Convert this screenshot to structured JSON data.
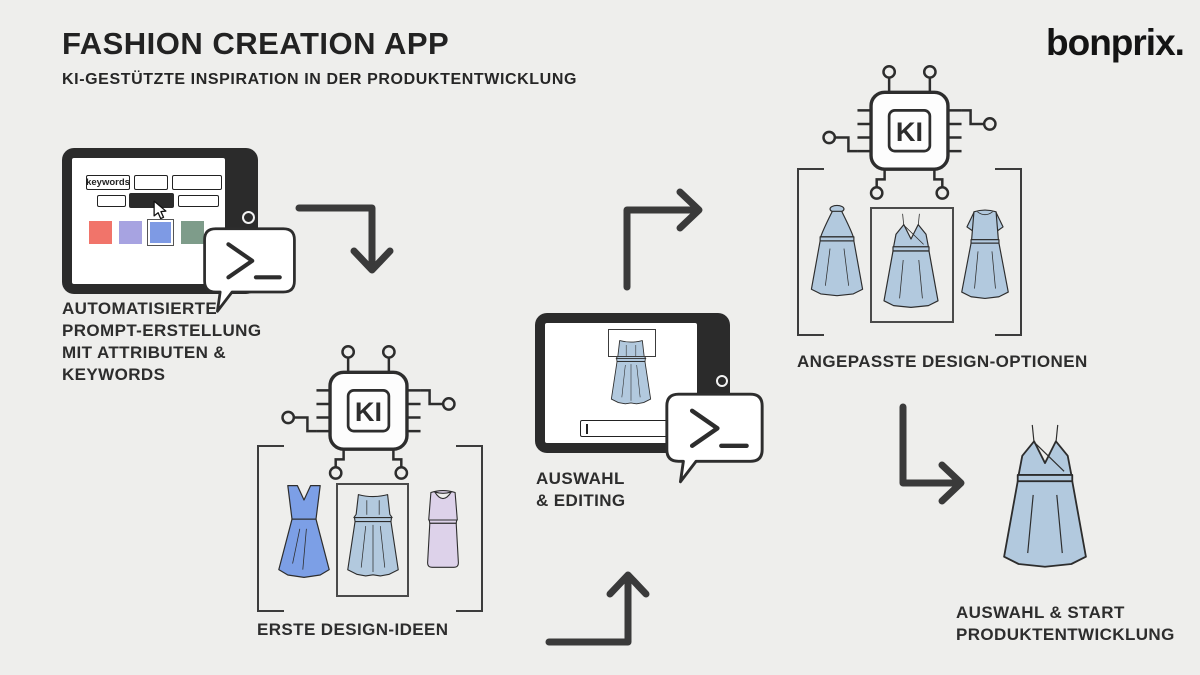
{
  "header": {
    "title": "FASHION CREATION APP",
    "subtitle": "KI-GESTÜTZTE INSPIRATION IN DER PRODUKTENTWICKLUNG",
    "brand": "bonprix."
  },
  "step1": {
    "icons": [
      "tablet",
      "keyword-boxes",
      "color-swatches",
      "cursor",
      "terminal-bubble"
    ],
    "keyword_chip_label": "keywords",
    "label_lines": [
      "AUTOMATISIERTE",
      "PROMPT-ERSTELLUNG",
      "MIT ATTRIBUTEN &",
      "KEYWORDS"
    ]
  },
  "step2": {
    "icons": [
      "ki-chip",
      "dress-vneck",
      "dress-strapless-selected",
      "dress-sheath"
    ],
    "chip_label": "KI",
    "label": "ERSTE DESIGN-IDEEN"
  },
  "step3": {
    "icons": [
      "tablet",
      "dress-strapless",
      "selection-marquee",
      "prompt-input",
      "terminal-bubble"
    ],
    "label_lines": [
      "AUSWAHL",
      "& EDITING"
    ]
  },
  "step4": {
    "icons": [
      "ki-chip",
      "dress-halter",
      "dress-wrap-selected",
      "dress-shortsleeve"
    ],
    "chip_label": "KI",
    "label": "ANGEPASSTE DESIGN-OPTIONEN"
  },
  "step5": {
    "icons": [
      "dress-wrap-final"
    ],
    "label_lines": [
      "AUSWAHL & START",
      "PRODUKTENTWICKLUNG"
    ]
  },
  "colors": {
    "bg": "#eeeeec",
    "ink": "#2d2d2d",
    "arrow": "#3a3a3a",
    "frame": "#2b2b2b",
    "salmon": "#f1746a",
    "lavender": "#a7a3e1",
    "blue": "#7e9ae4",
    "sage": "#7e9c8a",
    "dress_blue": "#7c9fe6",
    "dress_light": "#b2c9de",
    "dress_lilac": "#ddd2ea"
  }
}
